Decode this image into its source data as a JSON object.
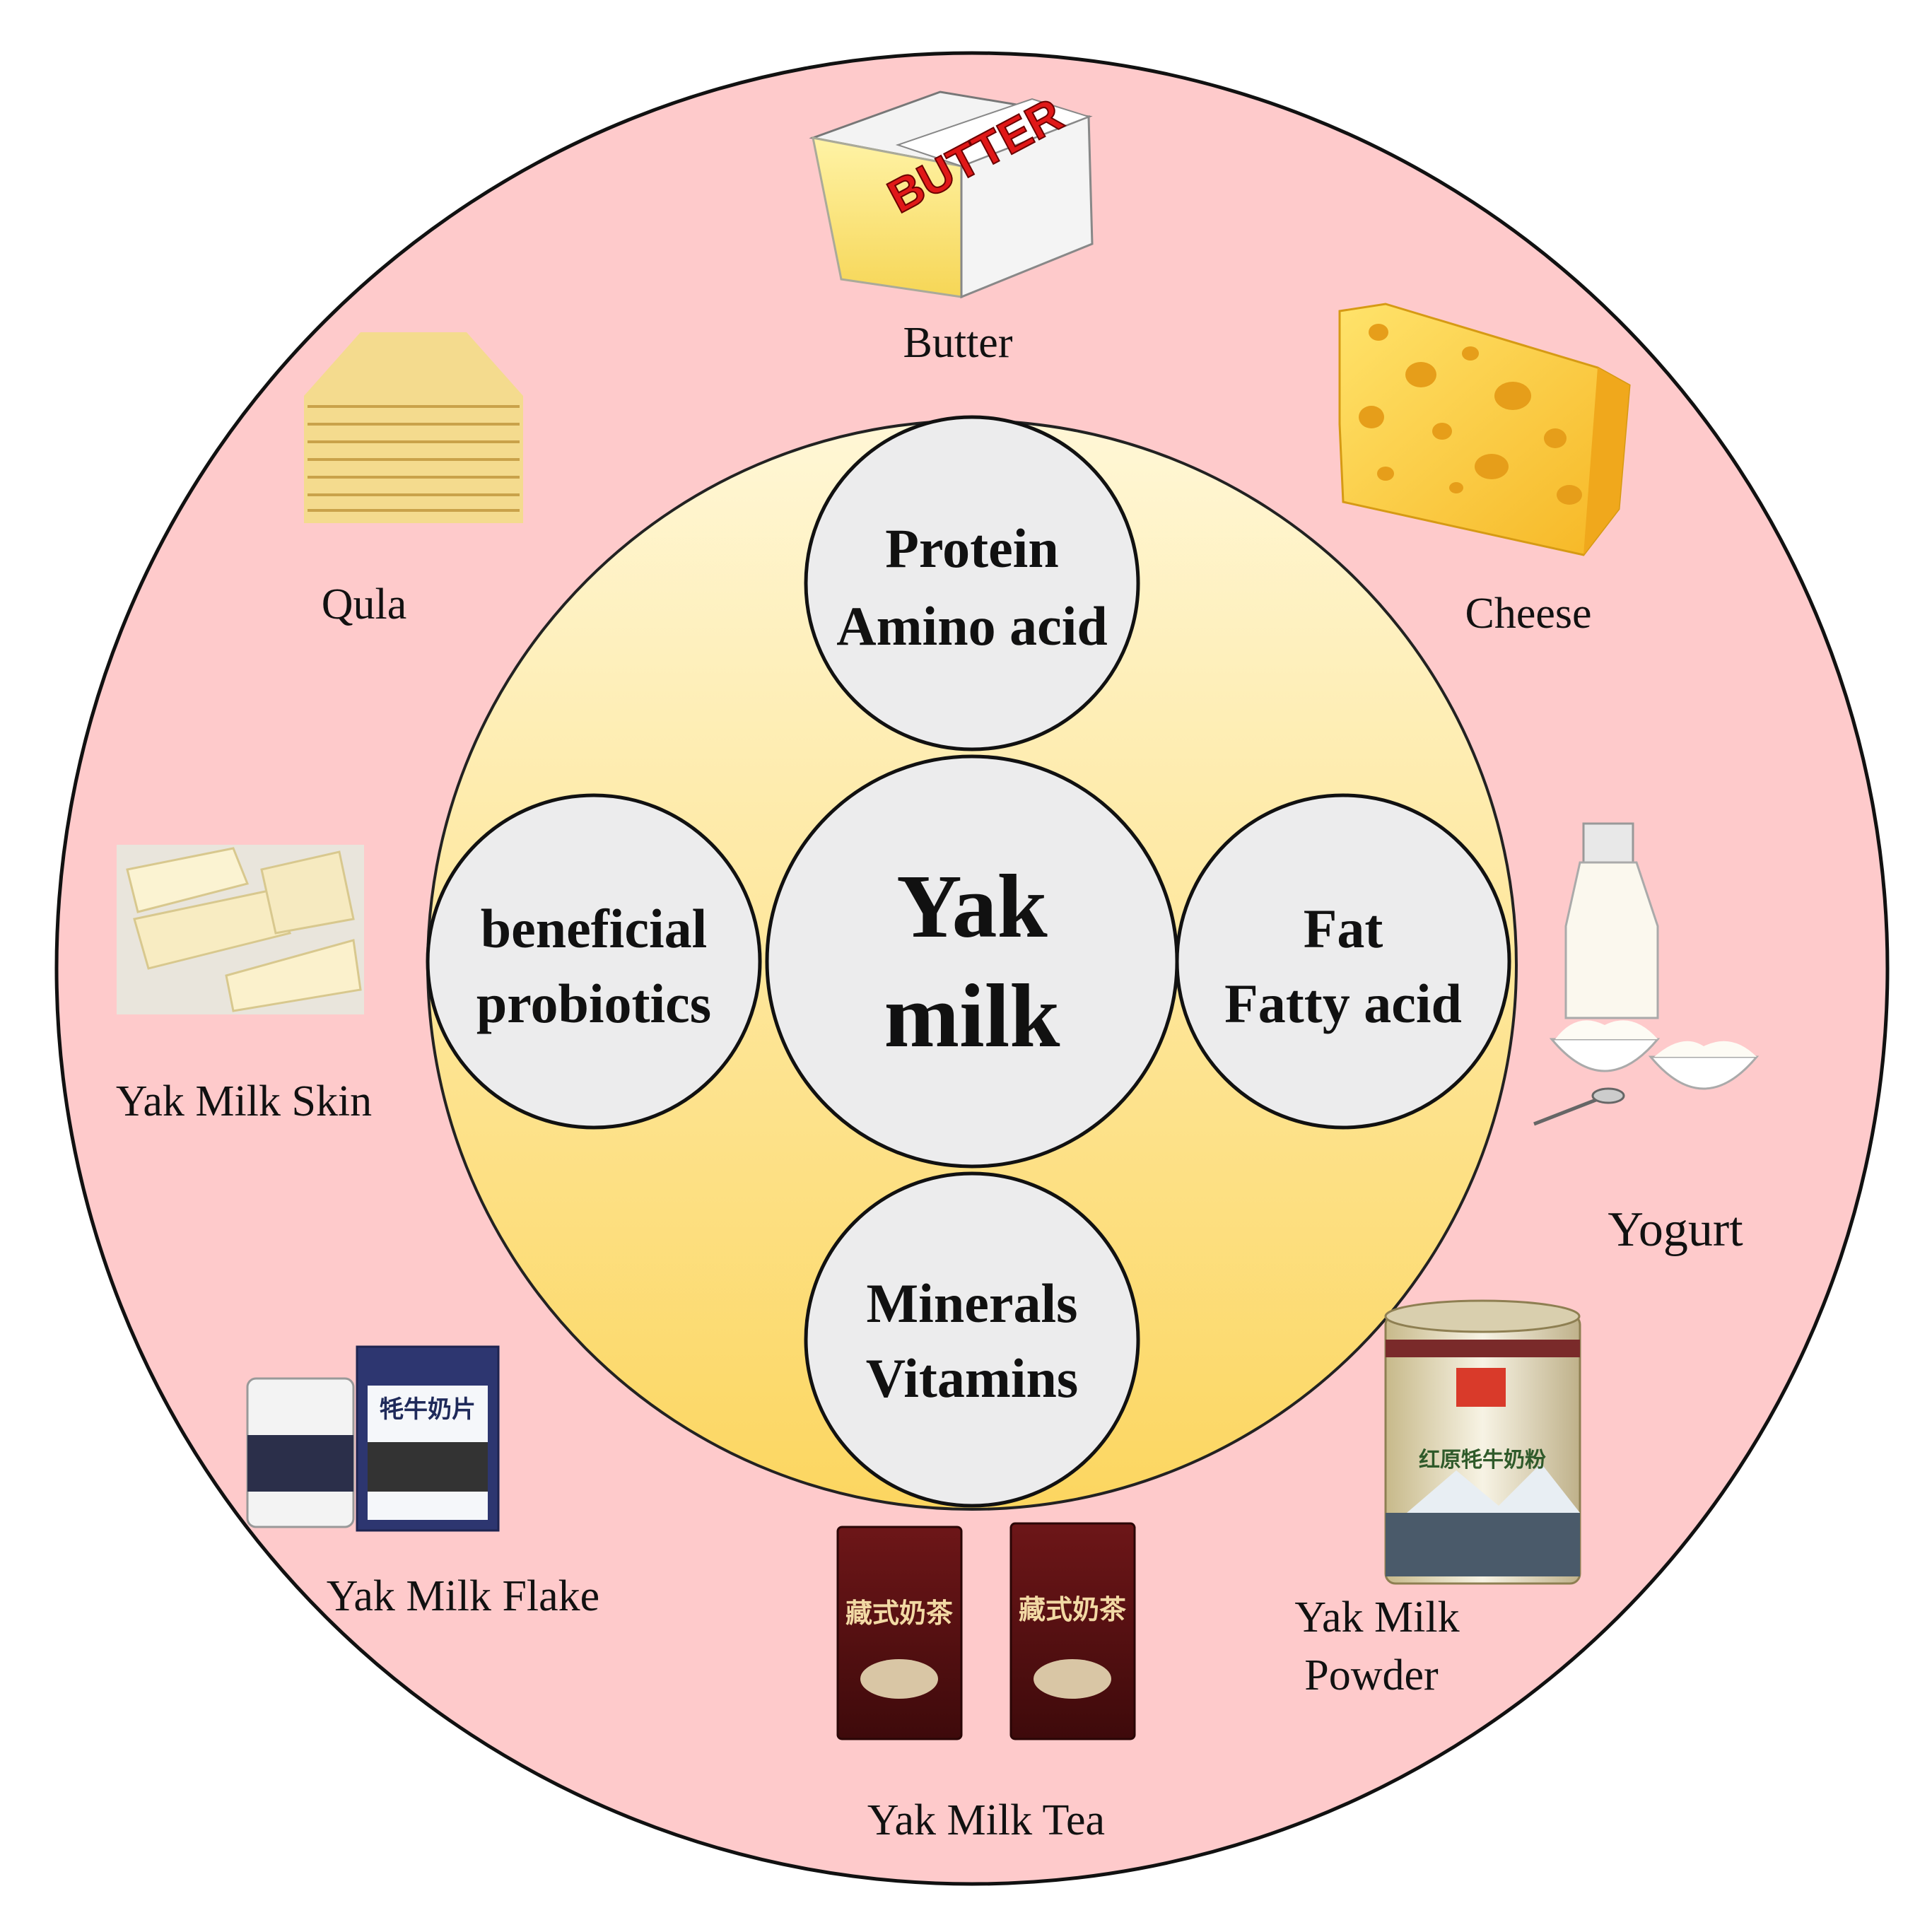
{
  "center": {
    "line1": "Yak",
    "line2": "milk"
  },
  "nutrients": {
    "top": {
      "line1": "Protein",
      "line2": "Amino acid"
    },
    "left": {
      "line1": "beneficial",
      "line2": "probiotics"
    },
    "right": {
      "line1": "Fat",
      "line2": "Fatty acid"
    },
    "bottom": {
      "line1": "Minerals",
      "line2": "Vitamins"
    }
  },
  "products": {
    "butter": {
      "label": "Butter",
      "package_text": "BUTTER"
    },
    "cheese": {
      "label": "Cheese"
    },
    "qula": {
      "label": "Qula"
    },
    "yak_milk_skin": {
      "label": "Yak Milk Skin"
    },
    "yogurt": {
      "label": "Yogurt"
    },
    "yak_milk_flake": {
      "label": "Yak Milk Flake",
      "package_text": "牦牛奶片"
    },
    "yak_milk_tea": {
      "label": "Yak Milk Tea",
      "package_text": "藏式奶茶"
    },
    "yak_milk_powder": {
      "label_line1": "Yak Milk",
      "label_line2": "Powder",
      "package_text": "红原牦牛奶粉"
    }
  },
  "colors": {
    "outer_ring": "#fecacb",
    "inner_disc_top": "#fff6cf",
    "inner_disc_bottom": "#fcd867",
    "nutrient_circle": "#ececed",
    "outline": "#111111"
  }
}
